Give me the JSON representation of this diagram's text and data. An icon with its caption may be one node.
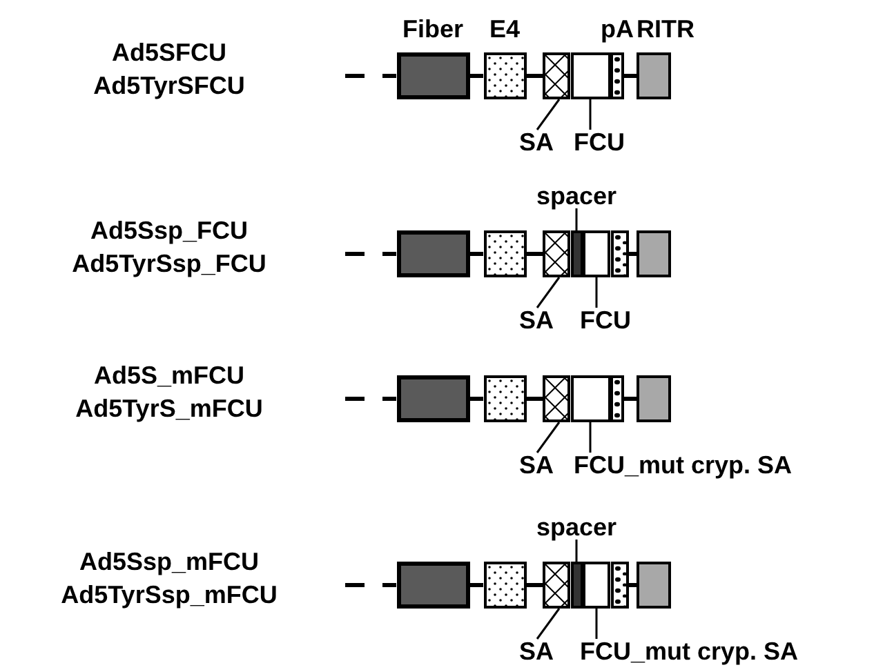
{
  "diagram": {
    "nodes": [
      {
        "text": [
          "Fiber"
        ]
      },
      {
        "text": [
          "E4"
        ]
      },
      {
        "text": [],
        "shape": "box"
      },
      {
        "text": [],
        "shape": "box"
      },
      {
        "text": [
          "pA"
        ]
      },
      {
        "text": [
          "RITR"
        ]
      },
      {
        "text": [
          "SA"
        ]
      },
      {
        "text": [
          "FCU"
        ]
      },
      {
        "text": [],
        "shape": "box"
      },
      {
        "text": [],
        "shape": "box"
      },
      {
        "text": [],
        "shape": "box"
      },
      {
        "text": [],
        "shape": "box"
      },
      {
        "text": [],
        "shape": "box"
      },
      {
        "text": [],
        "shape": "box"
      },
      {
        "text": [],
        "shape": "box"
      },
      {
        "text": [
          "spacer"
        ]
      },
      {
        "text": [
          "SA"
        ]
      },
      {
        "text": [
          "FCU"
        ]
      },
      {
        "text": [],
        "shape": "box"
      },
      {
        "text": [],
        "shape": "box"
      },
      {
        "text": [],
        "shape": "box"
      },
      {
        "text": [],
        "shape": "box"
      },
      {
        "text": [],
        "shape": "box"
      },
      {
        "text": [],
        "shape": "box"
      },
      {
        "text": [
          "SA"
        ]
      },
      {
        "text": [
          "FCU_mut cryp. SA"
        ]
      },
      {
        "text": [],
        "shape": "box"
      },
      {
        "text": [],
        "shape": "box"
      },
      {
        "text": [],
        "shape": "box"
      },
      {
        "text": [],
        "shape": "box"
      },
      {
        "text": [],
        "shape": "box"
      },
      {
        "text": [],
        "shape": "box"
      },
      {
        "text": [],
        "shape": "box"
      },
      {
        "text": [
          "spacer"
        ]
      },
      {
        "text": [
          "SA"
        ]
      },
      {
        "text": [
          "FCU_mut cryp. SA"
        ]
      }
    ],
    "edges": [
      {
        "from": null,
        "to": 0,
        "arrow": "none",
        "style": "dashed"
      },
      {
        "from": 0,
        "to": 1,
        "arrow": "none"
      },
      {
        "from": 1,
        "to": 2,
        "arrow": "none"
      },
      {
        "from": 4,
        "to": 5,
        "arrow": "none"
      },
      {
        "from": 6,
        "to": 2,
        "arrow": "none"
      },
      {
        "from": 7,
        "to": 3,
        "arrow": "none"
      },
      {
        "from": null,
        "to": 8,
        "arrow": "none",
        "style": "dashed"
      },
      {
        "from": 8,
        "to": 9,
        "arrow": "none"
      },
      {
        "from": 9,
        "to": 10,
        "arrow": "none"
      },
      {
        "from": 13,
        "to": 14,
        "arrow": "none"
      },
      {
        "from": 15,
        "to": 11,
        "arrow": "none"
      },
      {
        "from": 16,
        "to": 10,
        "arrow": "none"
      },
      {
        "from": 17,
        "to": 12,
        "arrow": "none"
      },
      {
        "from": null,
        "to": 18,
        "arrow": "none",
        "style": "dashed"
      },
      {
        "from": 18,
        "to": 19,
        "arrow": "none"
      },
      {
        "from": 19,
        "to": 20,
        "arrow": "none"
      },
      {
        "from": 22,
        "to": 23,
        "arrow": "none"
      },
      {
        "from": 24,
        "to": 20,
        "arrow": "none"
      },
      {
        "from": 25,
        "to": 21,
        "arrow": "none"
      },
      {
        "from": null,
        "to": 26,
        "arrow": "none",
        "style": "dashed"
      },
      {
        "from": 26,
        "to": 27,
        "arrow": "none"
      },
      {
        "from": 27,
        "to": 28,
        "arrow": "none"
      },
      {
        "from": 31,
        "to": 32,
        "arrow": "none"
      },
      {
        "from": 33,
        "to": 29,
        "arrow": "none"
      },
      {
        "from": 34,
        "to": 28,
        "arrow": "none"
      },
      {
        "from": 35,
        "to": 30,
        "arrow": "none"
      }
    ],
    "labels": [
      "Ad5SFCU",
      "Ad5TyrSFCU",
      "Ad5Ssp_FCU",
      "Ad5TyrSsp_FCU",
      "Ad5S_mFCU",
      "Ad5TyrS_mFCU",
      "Ad5Ssp_mFCU",
      "Ad5TyrSsp_mFCU"
    ]
  }
}
